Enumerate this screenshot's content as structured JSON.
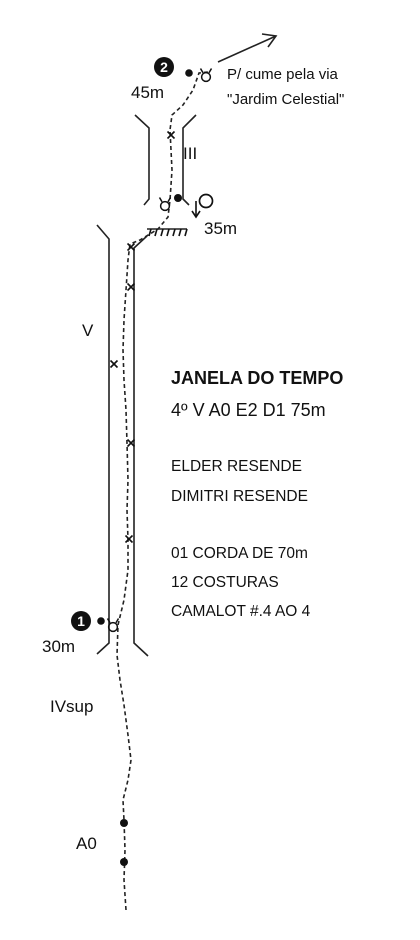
{
  "belays": [
    {
      "number": "1",
      "marker": "❶",
      "height": "30m"
    },
    {
      "number": "2",
      "marker": "❷",
      "height": "45m"
    }
  ],
  "mid_station": {
    "height": "35m"
  },
  "exit_note": {
    "line1": "P/ cume pela via",
    "line2": "\"Jardim Celestial\""
  },
  "pitch_grades": {
    "top_pitch": "III",
    "main_pitch": "V",
    "lower_section": "IVsup",
    "aid_section": "A0"
  },
  "info": {
    "title": "JANELA DO TEMPO",
    "grade": "4º V A0 E2 D1 75m",
    "authors": [
      "ELDER RESENDE",
      "DIMITRI RESENDE"
    ],
    "gear": [
      "01 CORDA DE 70m",
      "12 COSTURAS",
      "CAMALOT #.4 AO 4"
    ]
  },
  "icon_names": [
    "belay-bolt-icon",
    "rappel-ring-icon",
    "quickdraw-bolt-icon",
    "ledge-icon",
    "direction-arrow-icon"
  ]
}
